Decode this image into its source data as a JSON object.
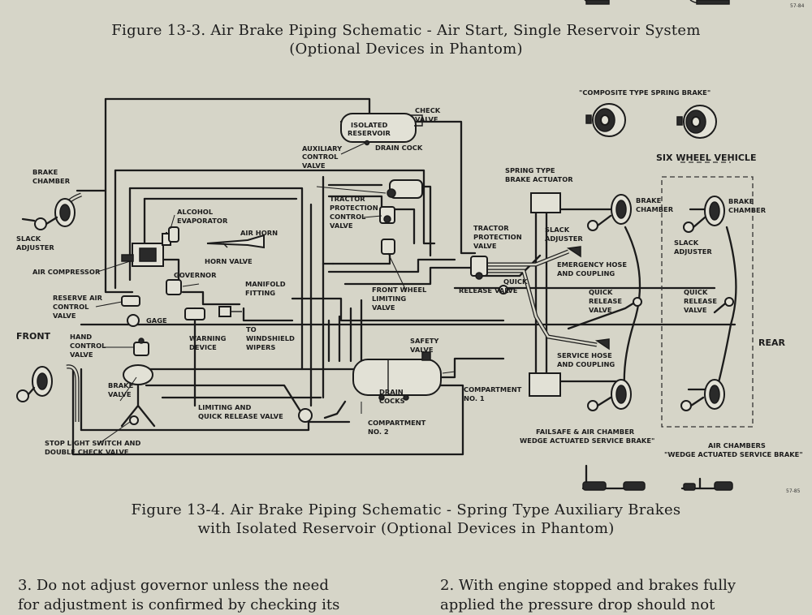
{
  "captions": {
    "top_line1": "Figure 13-3.  Air Brake Piping Schematic - Air Start, Single Reservoir System",
    "top_line2": "(Optional Devices in Phantom)",
    "bottom_line1": "Figure 13-4.  Air Brake Piping Schematic - Spring Type Auxiliary Brakes",
    "bottom_line2": "with Isolated Reservoir (Optional Devices in Phantom)"
  },
  "ref_codes": {
    "top": "57-84",
    "bottom": "57-85"
  },
  "labels": {
    "check_valve_1": "CHECK",
    "check_valve_2": "VALVE",
    "isolated_reservoir_1": "ISOLATED",
    "isolated_reservoir_2": "RESERVOIR",
    "drain_cock": "DRAIN COCK",
    "aux_control_1": "AUXILIARY",
    "aux_control_2": "CONTROL",
    "aux_control_3": "VALVE",
    "brake_chamber_left_1": "BRAKE",
    "brake_chamber_left_2": "CHAMBER",
    "slack_adjuster_left_1": "SLACK",
    "slack_adjuster_left_2": "ADJUSTER",
    "alcohol_evaporator_1": "ALCOHOL",
    "alcohol_evaporator_2": "EVAPORATOR",
    "air_horn": "AIR HORN",
    "horn_valve": "HORN VALVE",
    "air_compressor": "AIR COMPRESSOR",
    "governor": "GOVERNOR",
    "manifold_fitting_1": "MANIFOLD",
    "manifold_fitting_2": "FITTING",
    "reserve_air_1": "RESERVE AIR",
    "reserve_air_2": "CONTROL",
    "reserve_air_3": "VALVE",
    "gage": "GAGE",
    "front": "FRONT",
    "hand_control_1": "HAND",
    "hand_control_2": "CONTROL",
    "hand_control_3": "VALVE",
    "warning_device_1": "WARNING",
    "warning_device_2": "DEVICE",
    "to_windshield_1": "TO",
    "to_windshield_2": "WINDSHIELD",
    "to_windshield_3": "WIPERS",
    "brake_valve_1": "BRAKE",
    "brake_valve_2": "VALVE",
    "limiting_qr_1": "LIMITING AND",
    "limiting_qr_2": "QUICK RELEASE VALVE",
    "stop_light_1": "STOP LIGHT SWITCH AND",
    "stop_light_2": "DOUBLE CHECK VALVE",
    "tractor_protection_control_1": "TRACTOR",
    "tractor_protection_control_2": "PROTECTION",
    "tractor_protection_control_3": "CONTROL",
    "tractor_protection_control_4": "VALVE",
    "front_wheel_limiting_1": "FRONT WHEEL",
    "front_wheel_limiting_2": "LIMITING",
    "front_wheel_limiting_3": "VALVE",
    "safety_valve_1": "SAFETY",
    "safety_valve_2": "VALVE",
    "drain_cocks_1": "DRAIN",
    "drain_cocks_2": "COCKS",
    "compartment_1_1": "COMPARTMENT",
    "compartment_1_2": "NO. 1",
    "compartment_2_1": "COMPARTMENT",
    "compartment_2_2": "NO. 2",
    "tractor_protection_valve_1": "TRACTOR",
    "tractor_protection_valve_2": "PROTECTION",
    "tractor_protection_valve_3": "VALVE",
    "spring_actuator_1": "SPRING TYPE",
    "spring_actuator_2": "BRAKE ACTUATOR",
    "slack_adjuster_mid_1": "SLACK",
    "slack_adjuster_mid_2": "ADJUSTER",
    "brake_chamber_mid_1": "BRAKE",
    "brake_chamber_mid_2": "CHAMBER",
    "emergency_hose_1": "EMERGENCY HOSE",
    "emergency_hose_2": "AND COUPLING",
    "quick_release_left_1": "QUICK",
    "quick_release_left_2": "RELEASE VALVE",
    "quick_release_mid_1": "QUICK",
    "quick_release_mid_2": "RELEASE",
    "quick_release_mid_3": "VALVE",
    "service_hose_1": "SERVICE HOSE",
    "service_hose_2": "AND COUPLING",
    "failsafe_1": "FAILSAFE & AIR CHAMBER",
    "failsafe_2": "WEDGE ACTUATED SERVICE BRAKE\"",
    "composite_spring": "\"COMPOSITE TYPE SPRING BRAKE\"",
    "six_wheel": "SIX WHEEL VEHICLE",
    "brake_chamber_right_1": "BRAKE",
    "brake_chamber_right_2": "CHAMBER",
    "slack_adjuster_right_1": "SLACK",
    "slack_adjuster_right_2": "ADJUSTER",
    "quick_release_right_1": "QUICK",
    "quick_release_right_2": "RELEASE",
    "quick_release_right_3": "VALVE",
    "rear": "REAR",
    "air_chambers_1": "AIR CHAMBERS",
    "air_chambers_2": "\"WEDGE ACTUATED SERVICE BRAKE\""
  },
  "body_text": {
    "left_line1": "3.  Do not adjust governor unless the need",
    "left_line2": "for adjustment is confirmed by checking its",
    "right_line1": "2.  With  engine  stopped  and  brakes  fully",
    "right_line2": "applied the pressure drop should not"
  }
}
